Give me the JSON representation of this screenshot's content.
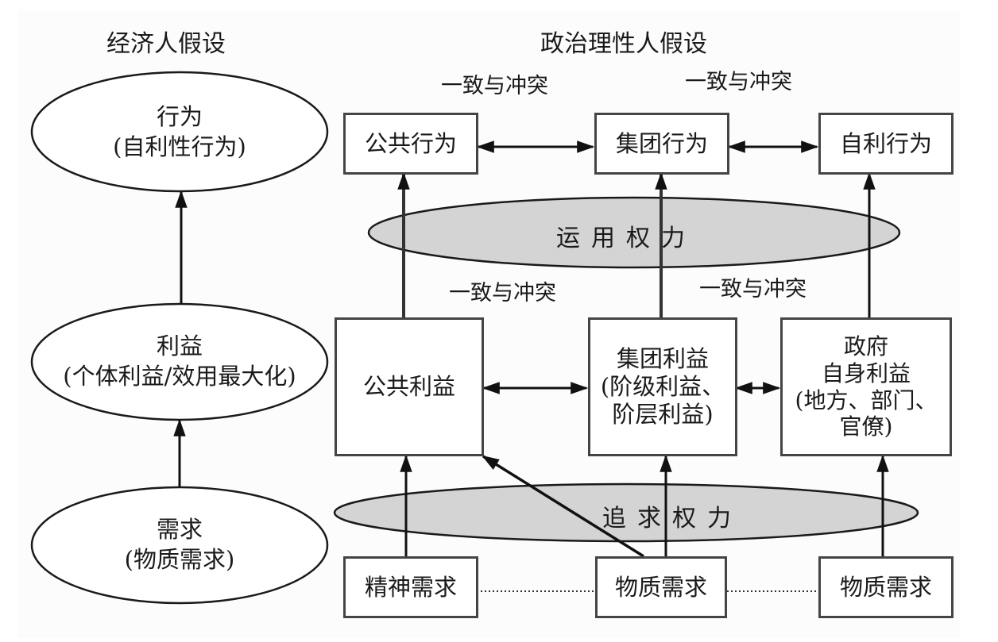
{
  "headings": {
    "left": "经济人假设",
    "right": "政治理性人假设"
  },
  "relation_label": "一致与冲突",
  "economic_man": {
    "behavior": {
      "title": "行为",
      "detail": "(自利性行为)"
    },
    "interest": {
      "title": "利益",
      "detail": "(个体利益/效用最大化)"
    },
    "need": {
      "title": "需求",
      "detail": "(物质需求)"
    }
  },
  "political_man": {
    "behaviors": [
      "公共行为",
      "集团行为",
      "自利行为"
    ],
    "interests": [
      {
        "lines": [
          "公共利益"
        ]
      },
      {
        "lines": [
          "集团利益",
          "(阶级利益、",
          "阶层利益)"
        ]
      },
      {
        "lines": [
          "政府",
          "自身利益",
          "(地方、部门、",
          "官僚)"
        ]
      }
    ],
    "needs": [
      "精神需求",
      "物质需求",
      "物质需求"
    ],
    "bands": {
      "use_power": "运用权力",
      "pursue_power": "追求权力"
    }
  },
  "colors": {
    "stroke": "#1a1a1a",
    "box_border": "#444444",
    "band_fill": "#d4d4d4"
  }
}
